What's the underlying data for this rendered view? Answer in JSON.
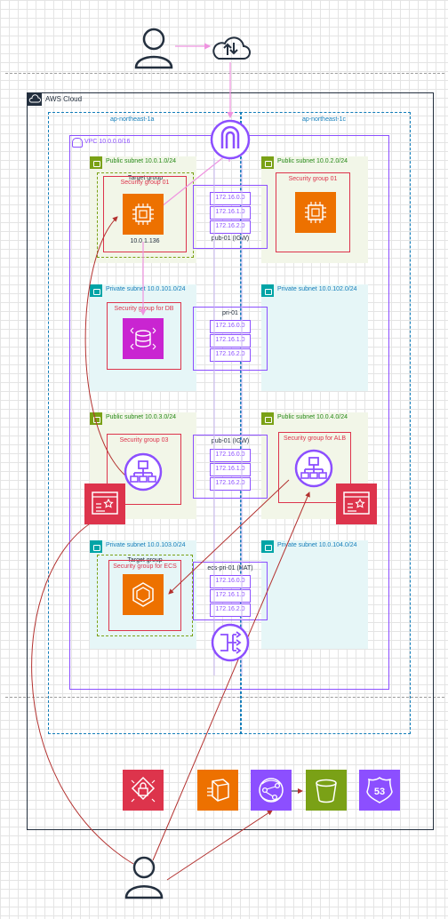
{
  "aws_cloud": {
    "label": "AWS Cloud"
  },
  "azs": {
    "a": "ap-northeast-1a",
    "c": "ap-northeast-1c"
  },
  "vpc": {
    "label": "VPC 10.0.0.0/16"
  },
  "subnets": {
    "pub1": "Public subnet 10.0.1.0/24",
    "pub2": "Public subnet 10.0.2.0/24",
    "pri101": "Private subnet 10.0.101.0/24",
    "pri102": "Private subnet 10.0.102.0/24",
    "pub3": "Public subnet 10.0.3.0/24",
    "pub4": "Public subnet 10.0.4.0/24",
    "pri103": "Private subnet 10.0.103.0/24",
    "pri104": "Private subnet 10.0.104.0/24"
  },
  "security_groups": {
    "sg01_a": "Security group 01",
    "sg01_c": "Security group 01",
    "db": "Security group for DB",
    "sg03": "Security group 03",
    "alb": "Security group for ALB",
    "ecs": "Security group for ECS"
  },
  "target_groups": {
    "tg1": "Target group",
    "tg2": "Target group"
  },
  "ec2_ip": "10.0.1.136",
  "route_tables": {
    "rt1": {
      "label": "pub-01 (IGW)",
      "routes": [
        "172.16.0.0",
        "172.16.1.0",
        "172.16.2.0"
      ]
    },
    "rt2": {
      "label": "pri-01",
      "routes": [
        "172.16.0.0",
        "172.16.1.0",
        "172.16.2.0"
      ]
    },
    "rt3": {
      "label": "pub-01 (IGW)",
      "routes": [
        "172.16.0.0",
        "172.16.1.0",
        "172.16.2.0"
      ]
    },
    "rt4": {
      "label": "ecs-pri-01 (NAT)",
      "routes": [
        "172.16.0.0",
        "172.16.1.0",
        "172.16.2.0"
      ]
    }
  },
  "colors": {
    "compute": "#ed7100",
    "database": "#c925d1",
    "network": "#8c4fff",
    "security": "#dd344c",
    "storage": "#7aa116"
  },
  "icons": [
    "user-icon",
    "internet-cloud-icon",
    "internet-gateway-icon",
    "ec2-icon",
    "rds-icon",
    "elb-icon",
    "certificate-manager-icon",
    "ecs-icon",
    "nat-gateway-icon",
    "kms-icon",
    "ecr-icon",
    "cloudfront-icon",
    "s3-icon",
    "route53-icon"
  ],
  "route53_number": "53"
}
